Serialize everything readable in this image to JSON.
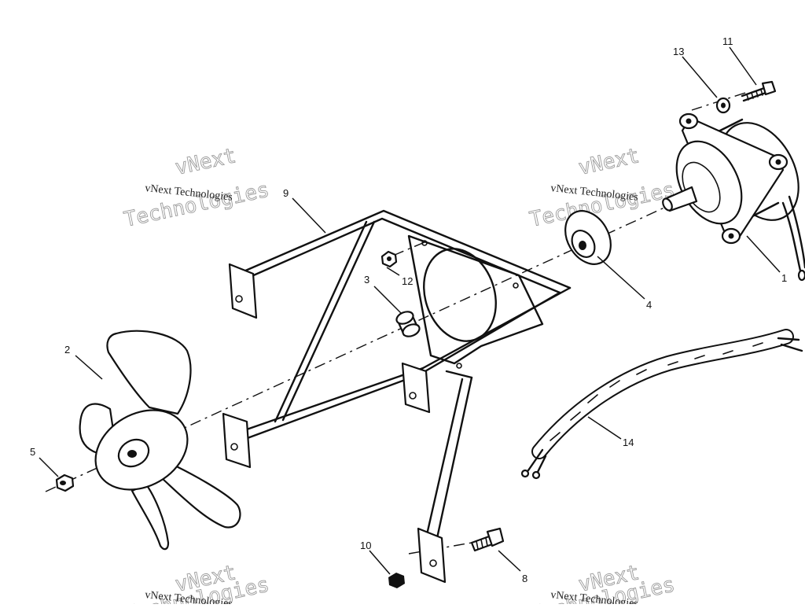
{
  "diagram": {
    "callouts": [
      {
        "id": "c1",
        "label": "1"
      },
      {
        "id": "c2",
        "label": "2"
      },
      {
        "id": "c3",
        "label": "3"
      },
      {
        "id": "c4",
        "label": "4"
      },
      {
        "id": "c5",
        "label": "5"
      },
      {
        "id": "c8",
        "label": "8"
      },
      {
        "id": "c9",
        "label": "9"
      },
      {
        "id": "c10",
        "label": "10"
      },
      {
        "id": "c11",
        "label": "11"
      },
      {
        "id": "c12",
        "label": "12"
      },
      {
        "id": "c13",
        "label": "13"
      },
      {
        "id": "c14",
        "label": "14"
      }
    ]
  },
  "watermark": {
    "line1": "vNext",
    "line2": "Technologies",
    "caption": "vNext Technologies"
  }
}
